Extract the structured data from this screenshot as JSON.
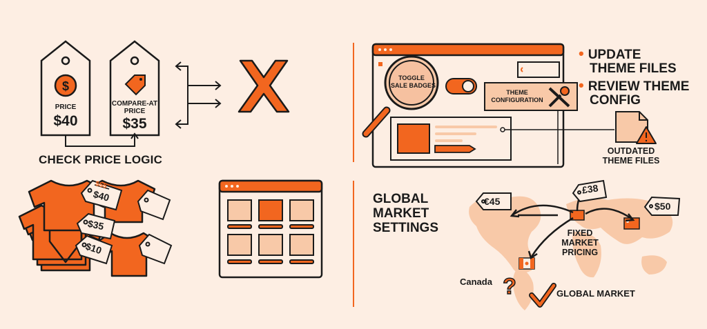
{
  "colors": {
    "background": "#fdeee3",
    "accent": "#f2661f",
    "light": "#f8c9a8",
    "ink": "#1a1a1a"
  },
  "price_logic": {
    "tag1": {
      "label": "PRICE",
      "value": "$40",
      "icon": "dollar-coin-icon"
    },
    "tag2": {
      "label": "COMPARE-AT PRICE",
      "label_line1": "COMPARE-AT",
      "label_line2": "PRICE",
      "value": "$35",
      "icon": "price-tag-icon"
    },
    "caption": "CHECK PRICE LOGIC",
    "result_icon": "x-mark-icon"
  },
  "shirts": {
    "tags": [
      {
        "old": "$55",
        "value": "$40"
      },
      {
        "value": "$35"
      },
      {
        "value": "$10"
      }
    ]
  },
  "theme_panel": {
    "magnifier_text_line1": "TOGGLE",
    "magnifier_text_line2": "SALE BADGES",
    "config_line1": "THEME",
    "config_line2": "CONFIGURATION",
    "bullets": [
      "UPDATE THEME FILES",
      "REVIEW THEME CONFIG"
    ],
    "bullet_lines": [
      [
        "UPDATE",
        "THEME FILES"
      ],
      [
        "REVIEW THEME",
        "CONFIG"
      ]
    ],
    "outdated_line1": "OUTDATED",
    "outdated_line2": "THEME FILES"
  },
  "global_market": {
    "title_lines": [
      "GLOBAL",
      "MARKET",
      "SETTINGS"
    ],
    "price_tags": [
      "€45",
      "£38",
      "$50"
    ],
    "fixed_lines": [
      "FIXED",
      "MARKET",
      "PRICING"
    ],
    "canada": "Canada",
    "global_label": "GLOBAL MARKET"
  }
}
